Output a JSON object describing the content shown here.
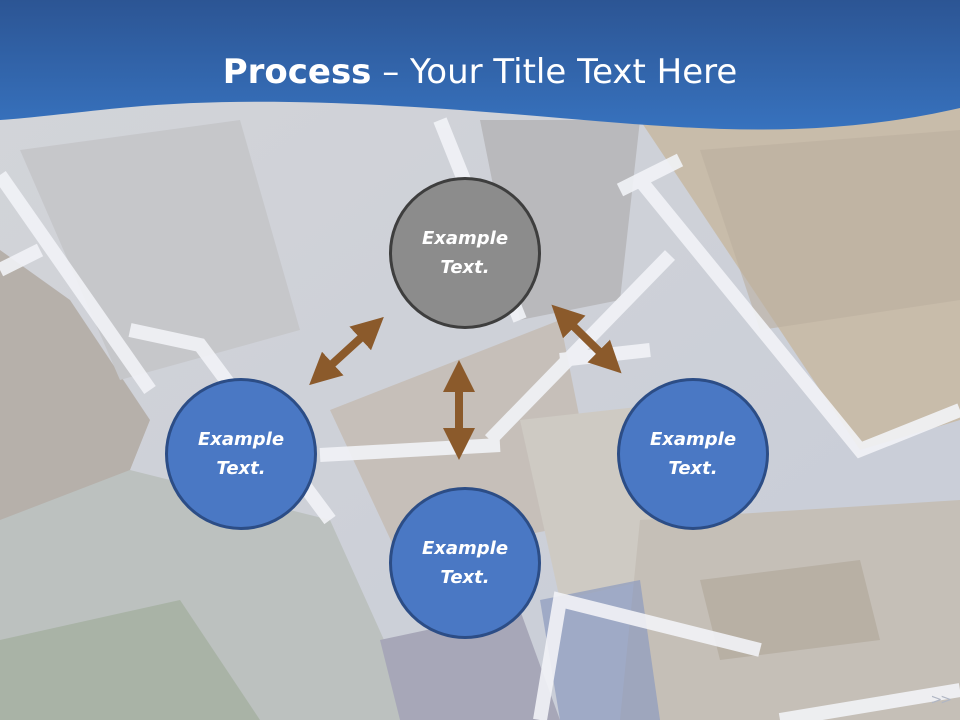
{
  "slide": {
    "title_bold": "Process",
    "title_rest": " – Your Title Text Here"
  },
  "nodes": {
    "top": "Example Text.",
    "left": "Example Text.",
    "right": "Example Text.",
    "bottom": "Example Text."
  },
  "colors": {
    "header_blue": "#2f66ad",
    "center_circle": "#8c8c8c",
    "blue_circle": "#4a78c4",
    "arrow_brown": "#8b5a2b"
  },
  "icons": {
    "nav": "next-slide-icon"
  }
}
